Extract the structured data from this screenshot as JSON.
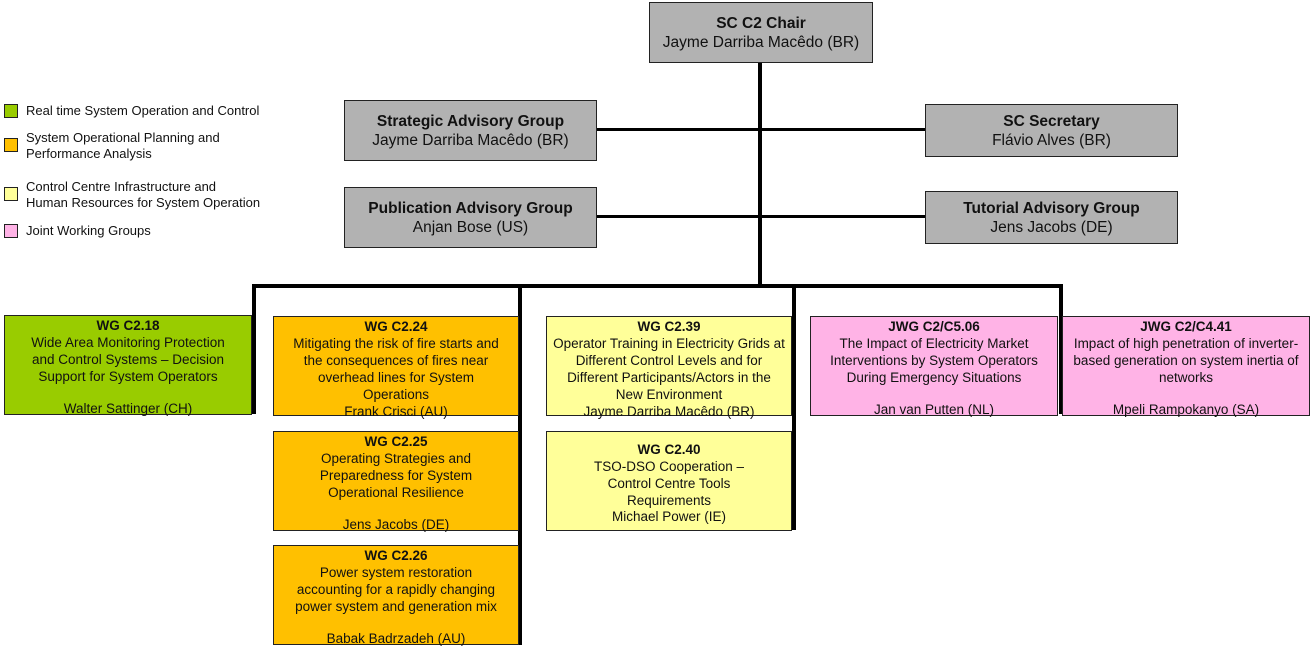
{
  "colors": {
    "gray": "#b2b2b2",
    "green": "#99cc00",
    "orange": "#ffc000",
    "yellow": "#ffff99",
    "pink": "#ffb3e6",
    "line": "#000000"
  },
  "legend": [
    {
      "label": "Real time System Operation and Control",
      "color": "green"
    },
    {
      "label": "System Operational Planning and\nPerformance Analysis",
      "color": "orange"
    },
    {
      "label": "Control Centre Infrastructure and\nHuman Resources for System Operation",
      "color": "yellow"
    },
    {
      "label": "Joint Working Groups",
      "color": "pink"
    }
  ],
  "chair": {
    "title": "SC C2 Chair",
    "name": "Jayme Darriba Macêdo (BR)"
  },
  "advisory": {
    "strategic": {
      "title": "Strategic Advisory Group",
      "name": "Jayme Darriba Macêdo (BR)"
    },
    "secretary": {
      "title": "SC Secretary",
      "name": "Flávio Alves (BR)"
    },
    "publication": {
      "title": "Publication Advisory Group",
      "name": "Anjan Bose (US)"
    },
    "tutorial": {
      "title": "Tutorial Advisory Group",
      "name": "Jens Jacobs (DE)"
    }
  },
  "groups": {
    "c218": {
      "code": "WG C2.18",
      "desc": "Wide Area Monitoring Protection and Control Systems – Decision Support for System Operators",
      "lead": "Walter Sattinger (CH)",
      "category": "Real time System Operation and Control"
    },
    "c224": {
      "code": "WG C2.24",
      "desc": "Mitigating the risk of fire starts and the consequences of fires near overhead lines for System Operations",
      "lead": "Frank Crisci (AU)",
      "category": "System Operational Planning and Performance Analysis"
    },
    "c225": {
      "code": "WG C2.25",
      "desc": "Operating Strategies and Preparedness for System Operational Resilience",
      "lead": "Jens Jacobs (DE)",
      "category": "System Operational Planning and Performance Analysis"
    },
    "c226": {
      "code": "WG C2.26",
      "desc": "Power system restoration accounting for a rapidly changing power system and generation mix",
      "lead": "Babak Badrzadeh (AU)",
      "category": "System Operational Planning and Performance Analysis"
    },
    "c239": {
      "code": "WG C2.39",
      "desc": "Operator Training in Electricity Grids at Different Control Levels and for Different Participants/Actors in the New Environment",
      "lead": "Jayme Darriba Macêdo (BR)",
      "category": "Control Centre Infrastructure and Human Resources for System Operation"
    },
    "c240": {
      "code": "WG C2.40",
      "desc": "TSO-DSO Cooperation – Control Centre Tools Requirements",
      "lead": "Michael Power (IE)",
      "category": "Control Centre Infrastructure and Human Resources for System Operation"
    },
    "c2c506": {
      "code": "JWG C2/C5.06",
      "desc": "The Impact of Electricity Market Interventions by System Operators During Emergency Situations",
      "lead": "Jan van Putten (NL)",
      "category": "Joint Working Groups"
    },
    "c2c441": {
      "code": "JWG C2/C4.41",
      "desc": "Impact of high penetration of inverter-based generation on system inertia of networks",
      "lead": "Mpeli Rampokanyo (SA)",
      "category": "Joint Working Groups"
    }
  }
}
